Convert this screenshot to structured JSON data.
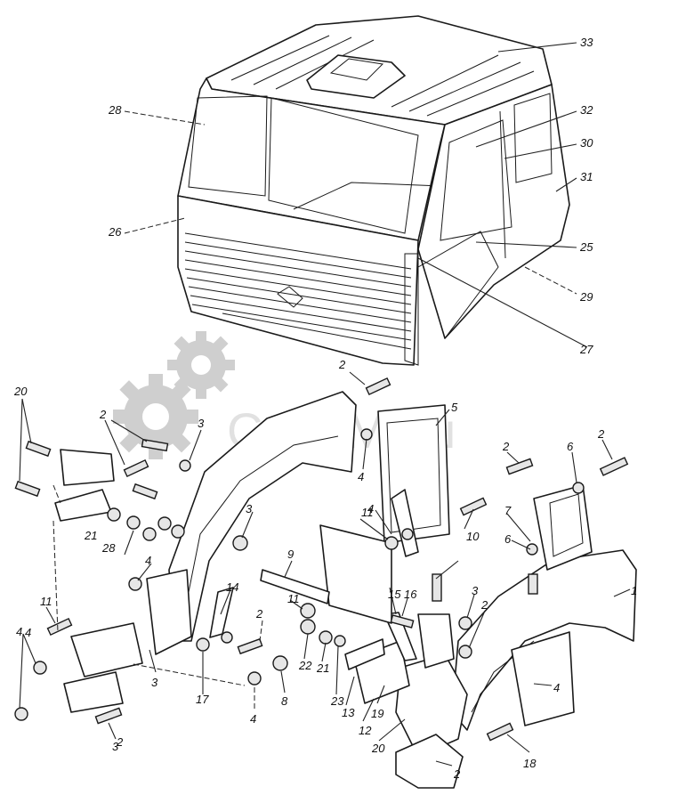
{
  "watermark": {
    "text": "СпецМаш",
    "color": "#c4c4c4"
  },
  "callouts": [
    "33",
    "28",
    "32",
    "30",
    "31",
    "26",
    "25",
    "29",
    "27",
    "2",
    "5",
    "20",
    "2",
    "3",
    "2",
    "6",
    "2",
    "4",
    "21",
    "28",
    "11",
    "4",
    "3",
    "10",
    "7",
    "6",
    "9",
    "4",
    "11",
    "15",
    "16",
    "3",
    "1",
    "14",
    "2",
    "4",
    "2",
    "11",
    "22",
    "21",
    "23",
    "13",
    "19",
    "12",
    "3",
    "4",
    "8",
    "4",
    "17",
    "20",
    "18",
    "2",
    "3",
    "4",
    "2"
  ]
}
